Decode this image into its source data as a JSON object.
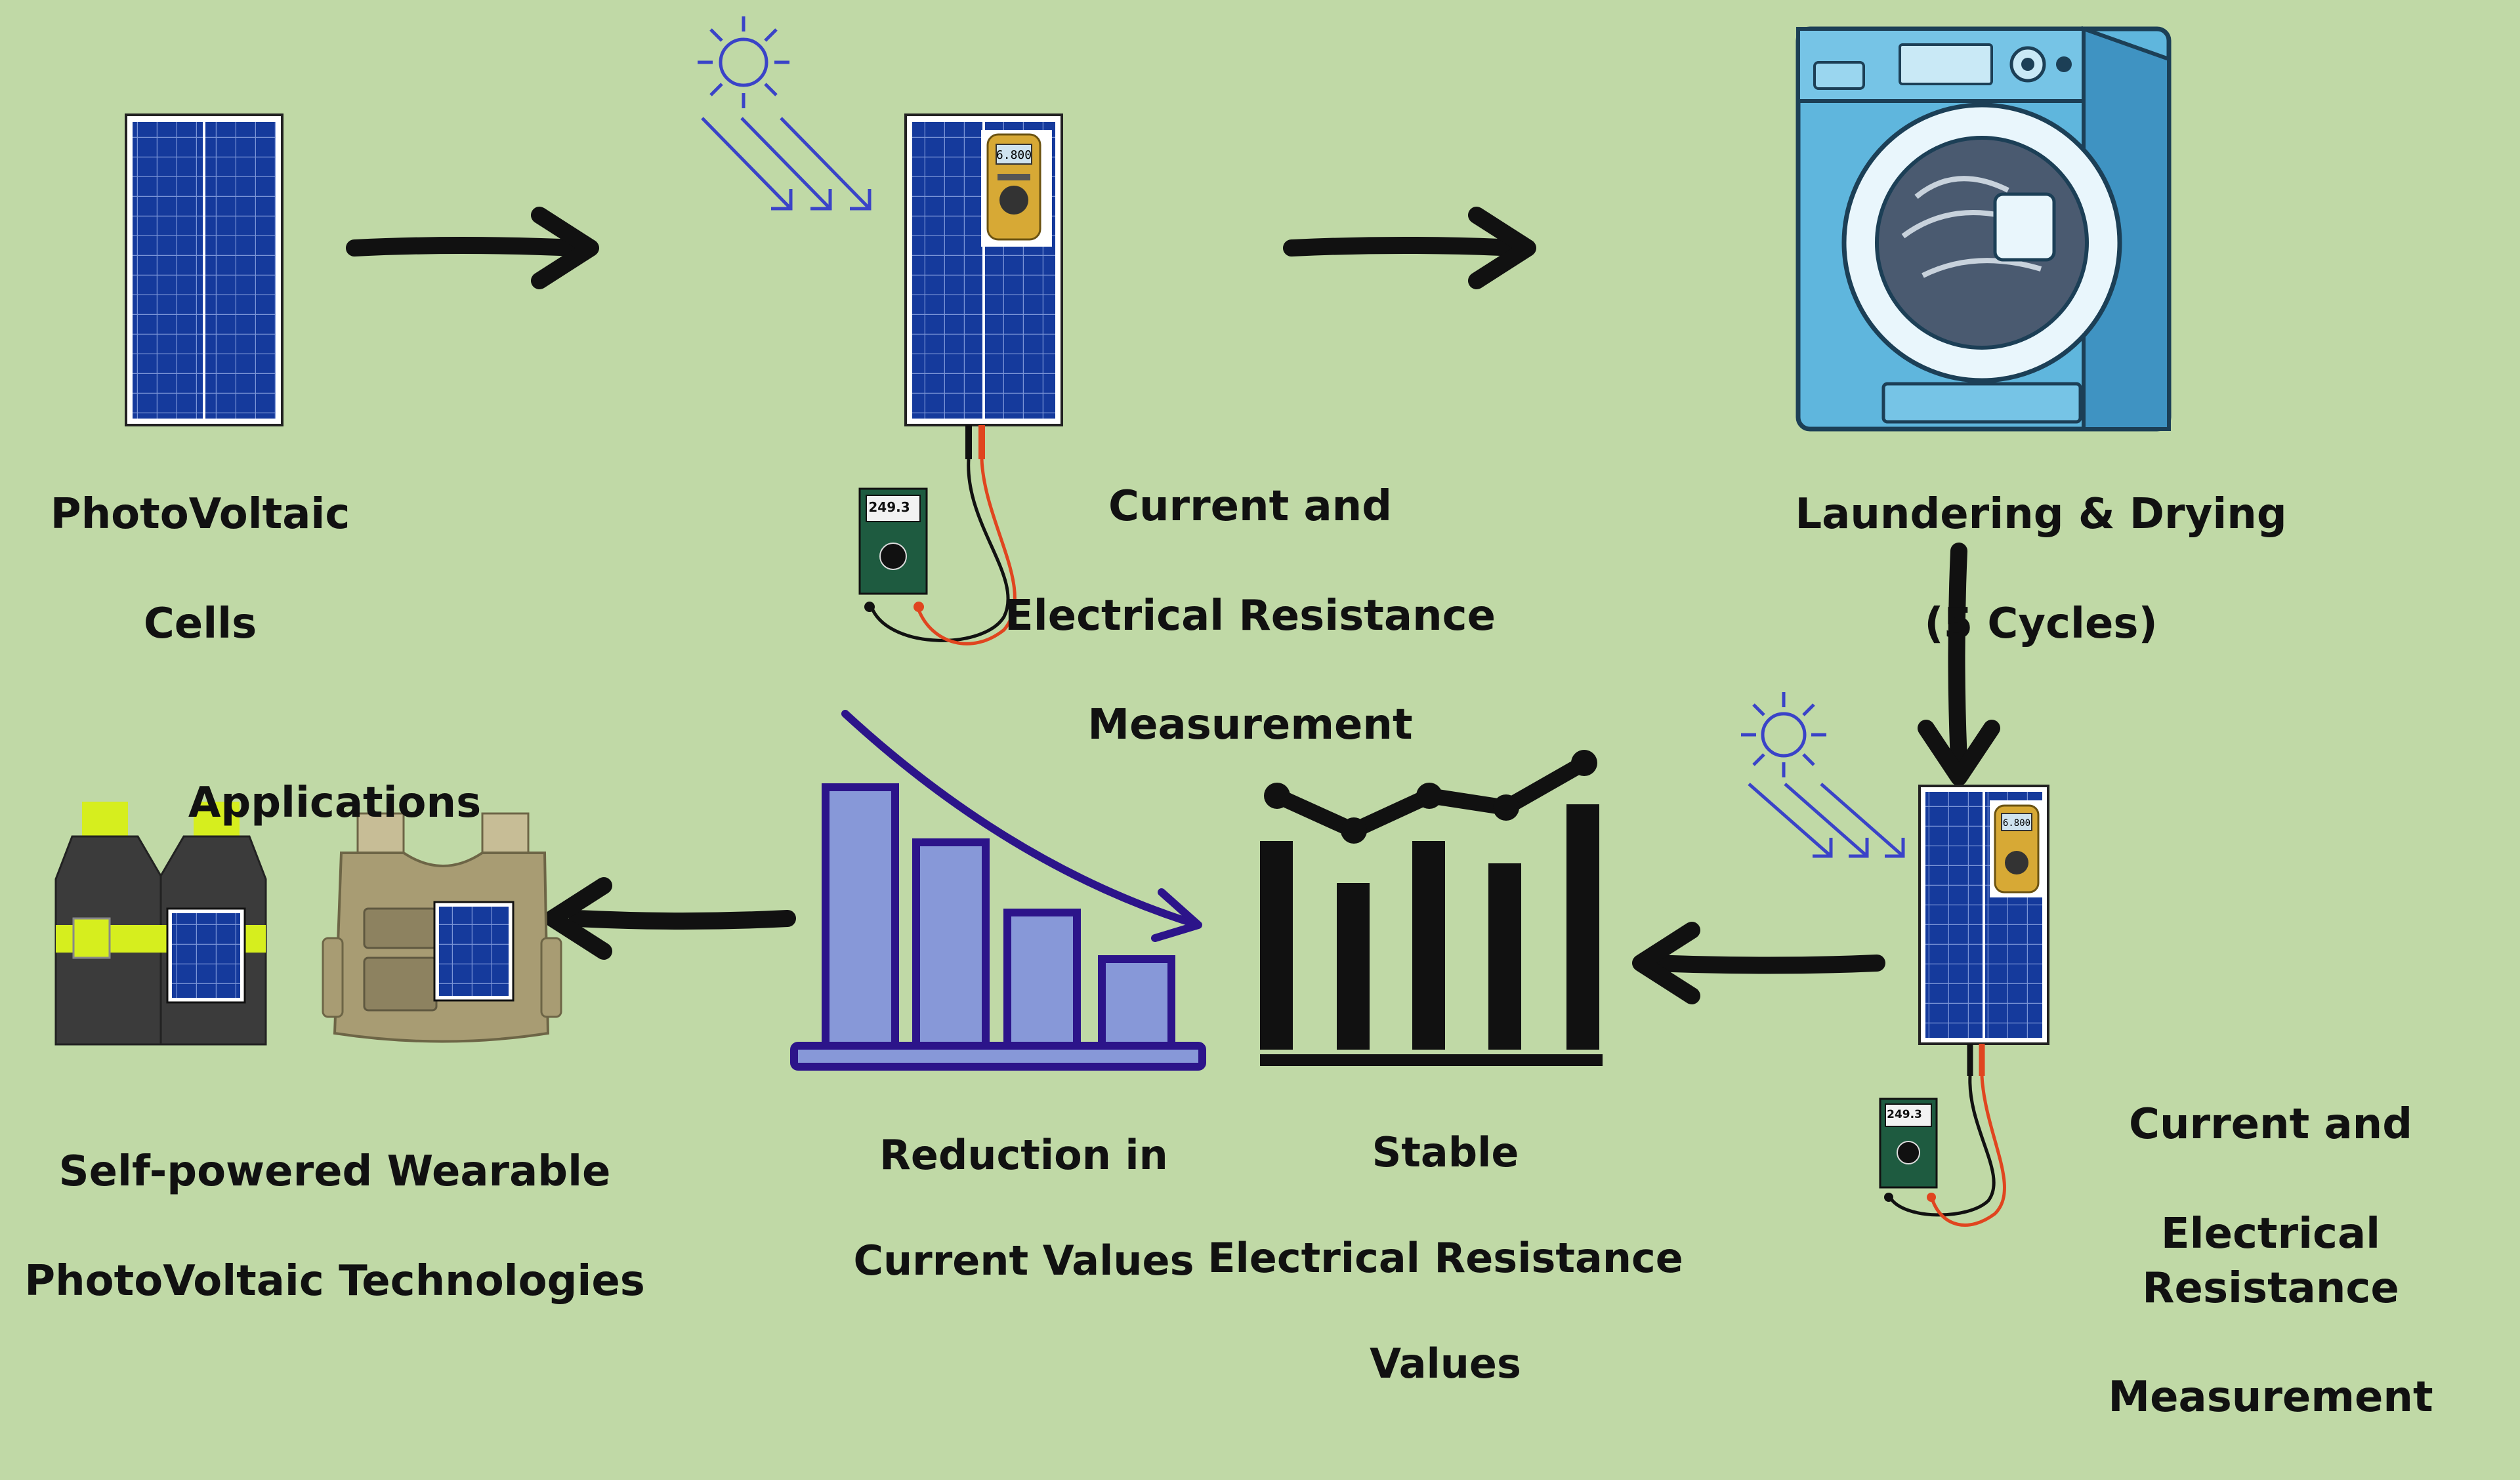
{
  "labels": {
    "pv_cells": [
      "PhotoVoltaic",
      "Cells"
    ],
    "measure_top": [
      "Current and",
      "Electrical Resistance",
      "Measurement"
    ],
    "laundering": [
      "Laundering & Drying",
      "(5 Cycles)"
    ],
    "measure_bottom": [
      "Current and",
      "Electrical Resistance",
      "Measurement"
    ],
    "stable": [
      "Stable",
      "Electrical Resistance",
      "Values"
    ],
    "reduction": [
      "Reduction in",
      "Current Values"
    ],
    "applications": "Applications",
    "wearable": [
      "Self-powered Wearable",
      "PhotoVoltaic Technologies"
    ]
  },
  "meter_readings": {
    "top_small_meter": "249.3",
    "bottom_small_meter": "249.3",
    "top_yellow_meter": "6.800",
    "bottom_yellow_meter": "6.800"
  },
  "colors": {
    "background": "#c0d9a6",
    "panel": "#153a9c",
    "panel_grid": "#7a94d6",
    "arrow": "#111111",
    "sun": "#3a43c8",
    "bar_fill": "#8798d8",
    "bar_stroke": "#2c148a",
    "washer": "#5fb6dd"
  },
  "icons": [
    "solar-panel-icon",
    "sun-icon",
    "multimeter-icon",
    "washing-machine-icon",
    "bar-chart-icon",
    "line-chart-icon",
    "vest-icon",
    "arrow-icon"
  ]
}
